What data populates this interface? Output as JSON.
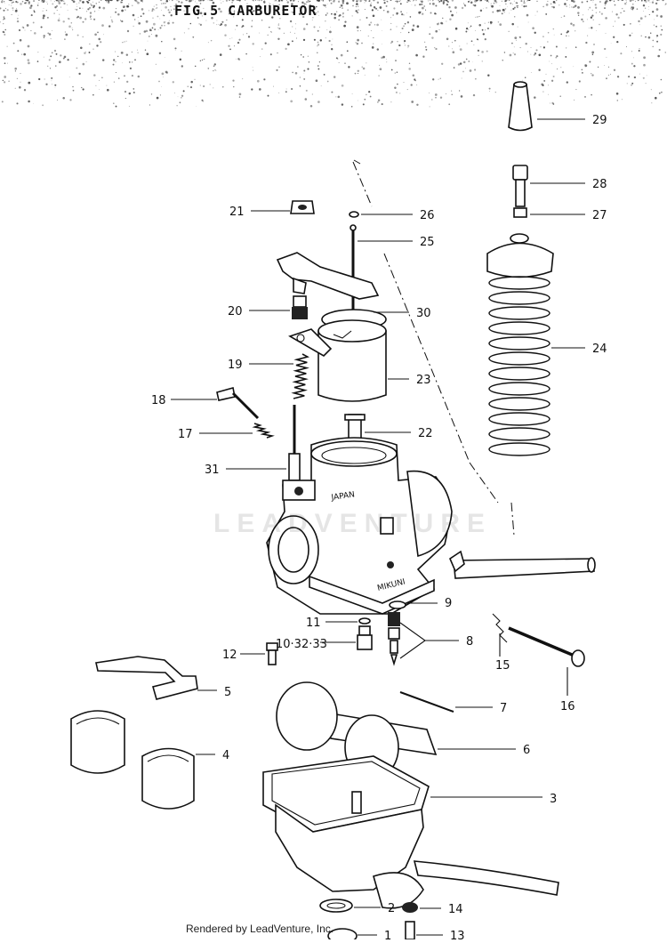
{
  "title": "FIG.5 CARBURETOR",
  "footer": "Rendered by LeadVenture, Inc.",
  "labels": [
    {
      "id": "29",
      "text": "29"
    },
    {
      "id": "28",
      "text": "28"
    },
    {
      "id": "27",
      "text": "27"
    },
    {
      "id": "21",
      "text": "21"
    },
    {
      "id": "26",
      "text": "26"
    },
    {
      "id": "25",
      "text": "25"
    },
    {
      "id": "20",
      "text": "20"
    },
    {
      "id": "30",
      "text": "30"
    },
    {
      "id": "24",
      "text": "24"
    },
    {
      "id": "19",
      "text": "19"
    },
    {
      "id": "23",
      "text": "23"
    },
    {
      "id": "18",
      "text": "18"
    },
    {
      "id": "17",
      "text": "17"
    },
    {
      "id": "22",
      "text": "22"
    },
    {
      "id": "31",
      "text": "31"
    },
    {
      "id": "9",
      "text": "9"
    },
    {
      "id": "11",
      "text": "11"
    },
    {
      "id": "10-32-33",
      "text": "10·32·33"
    },
    {
      "id": "8",
      "text": "8"
    },
    {
      "id": "12",
      "text": "12"
    },
    {
      "id": "15",
      "text": "15"
    },
    {
      "id": "16",
      "text": "16"
    },
    {
      "id": "5",
      "text": "5"
    },
    {
      "id": "7",
      "text": "7"
    },
    {
      "id": "6",
      "text": "6"
    },
    {
      "id": "4",
      "text": "4"
    },
    {
      "id": "3",
      "text": "3"
    },
    {
      "id": "2",
      "text": "2"
    },
    {
      "id": "14",
      "text": "14"
    },
    {
      "id": "1",
      "text": "1"
    },
    {
      "id": "13",
      "text": "13"
    }
  ],
  "body_markings": {
    "japan": "JAPAN",
    "mikuni": "MIKUNI"
  }
}
